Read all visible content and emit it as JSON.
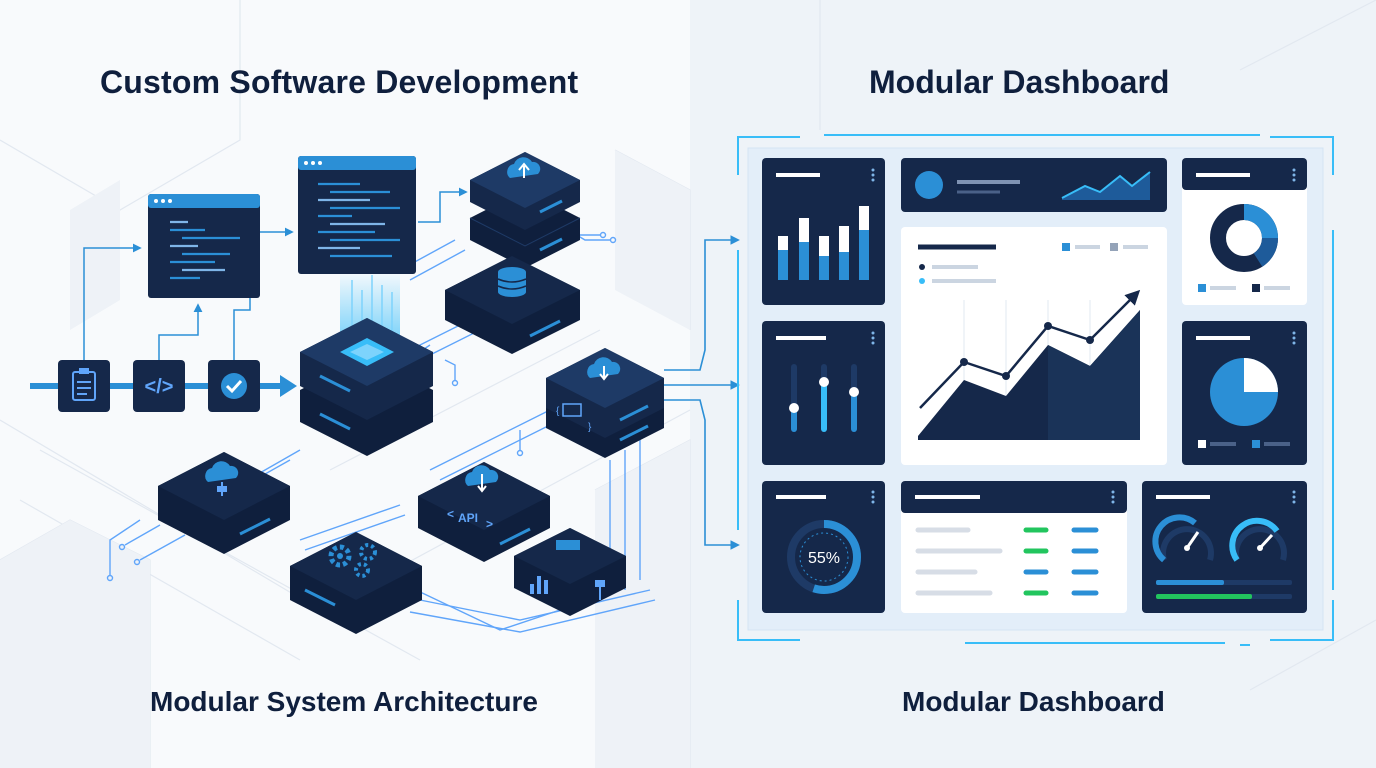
{
  "left": {
    "heading": "Custom Software Development",
    "caption": "Modular System Architecture",
    "api_label": "API",
    "code_tag_label": "</>"
  },
  "right": {
    "heading": "Modular Dashboard",
    "caption": "Modular Dashboard",
    "gauge_value": "55%"
  },
  "colors": {
    "navy": "#15284a",
    "accent": "#2b8fd6",
    "cyan": "#38bdf8",
    "green": "#22c55e",
    "text": "#0f1f3d"
  }
}
